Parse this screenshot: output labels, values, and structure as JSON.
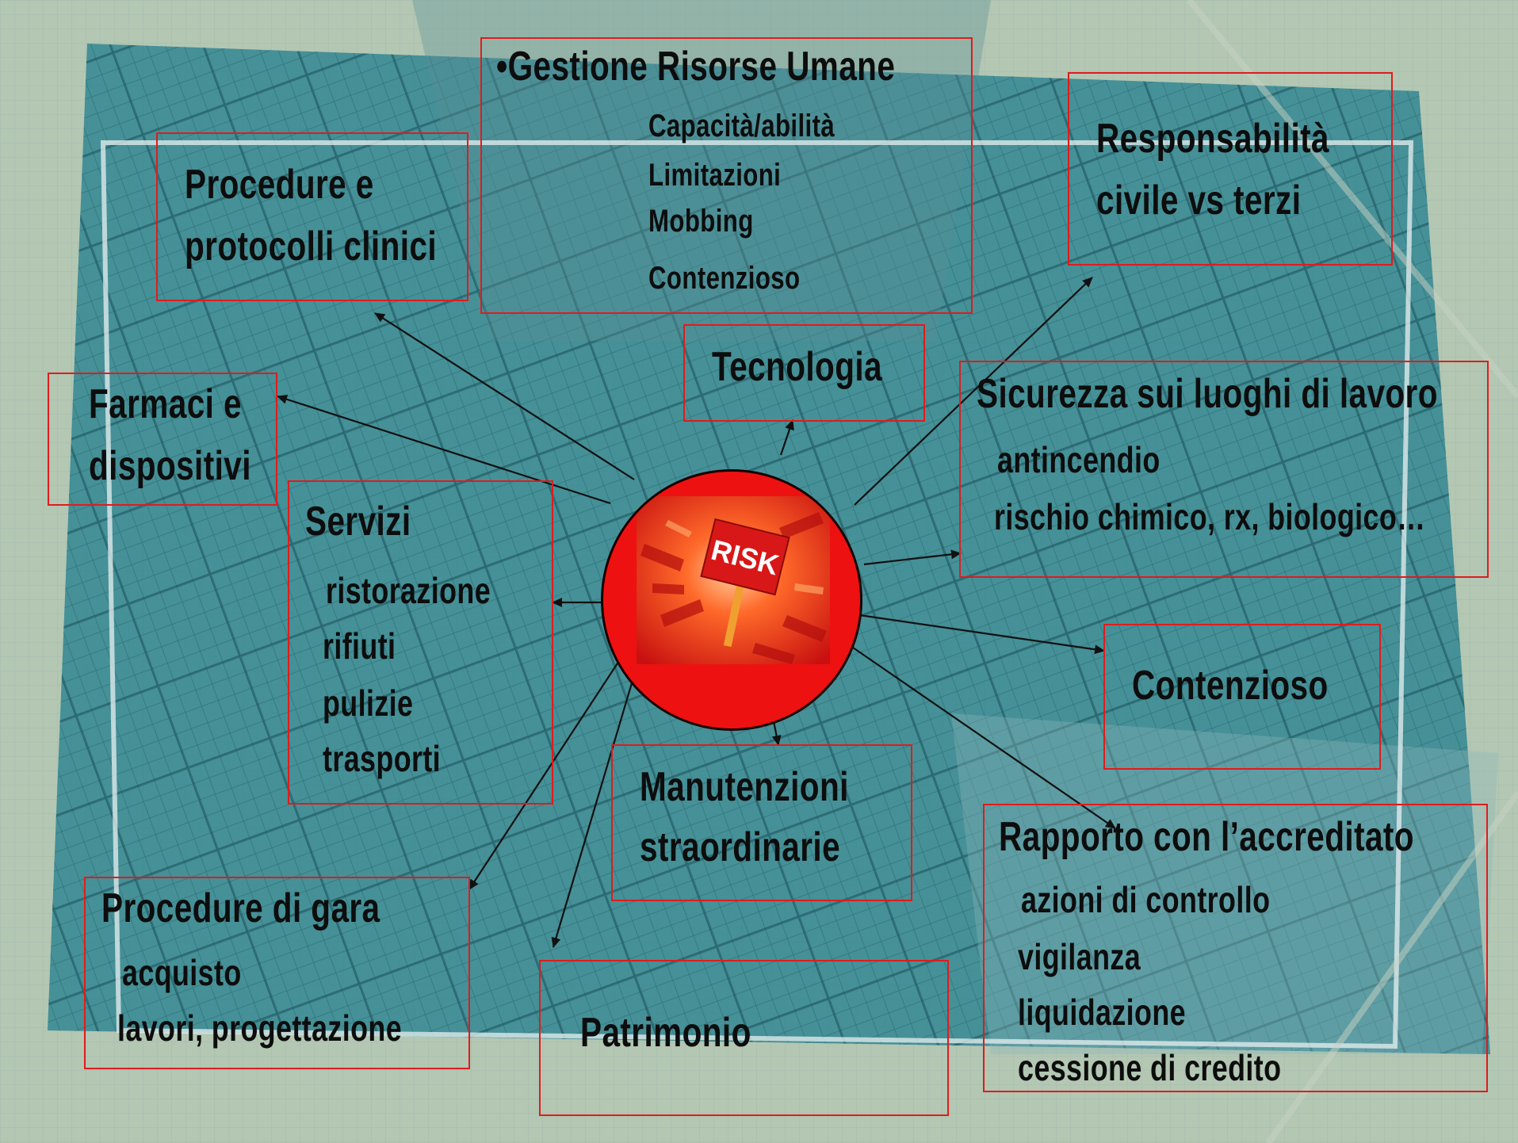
{
  "nodes": {
    "gestione": {
      "title": "•Gestione Risorse Umane",
      "items": [
        "Capacità/abilità",
        "Limitazioni",
        "Mobbing",
        "Contenzioso"
      ]
    },
    "procedure_protocolli": {
      "lines": [
        "Procedure e",
        "protocolli clinici"
      ]
    },
    "responsabilita": {
      "lines": [
        "Responsabilità",
        "civile vs terzi"
      ]
    },
    "tecnologia": {
      "label": "Tecnologia"
    },
    "farmaci": {
      "lines": [
        "Farmaci e",
        "dispositivi"
      ]
    },
    "sicurezza": {
      "title": "Sicurezza sui luoghi di lavoro",
      "items": [
        "antincendio",
        "rischio chimico, rx, biologico…"
      ]
    },
    "servizi": {
      "title": "Servizi",
      "items": [
        "ristorazione",
        "rifiuti",
        "pulizie",
        "trasporti"
      ]
    },
    "contenzioso": {
      "label": "Contenzioso"
    },
    "manutenzioni": {
      "lines": [
        "Manutenzioni",
        "straordinarie"
      ]
    },
    "rapporto": {
      "title": "Rapporto con l’accreditato",
      "items": [
        "azioni di controllo",
        "vigilanza",
        "liquidazione",
        "cessione di credito"
      ]
    },
    "gara": {
      "title": "Procedure di gara",
      "items": [
        "acquisto",
        "lavori, progettazione"
      ]
    },
    "patrimonio": {
      "label": "Patrimonio"
    }
  },
  "center": {
    "sign_text": "RISK"
  },
  "colors": {
    "border_red": "#e01c1c",
    "circle_red": "#ee1111",
    "background_teal": "#2e7c86",
    "background_light": "#b5c9b6",
    "text": "#0d0d0d",
    "arrow": "#111111"
  }
}
